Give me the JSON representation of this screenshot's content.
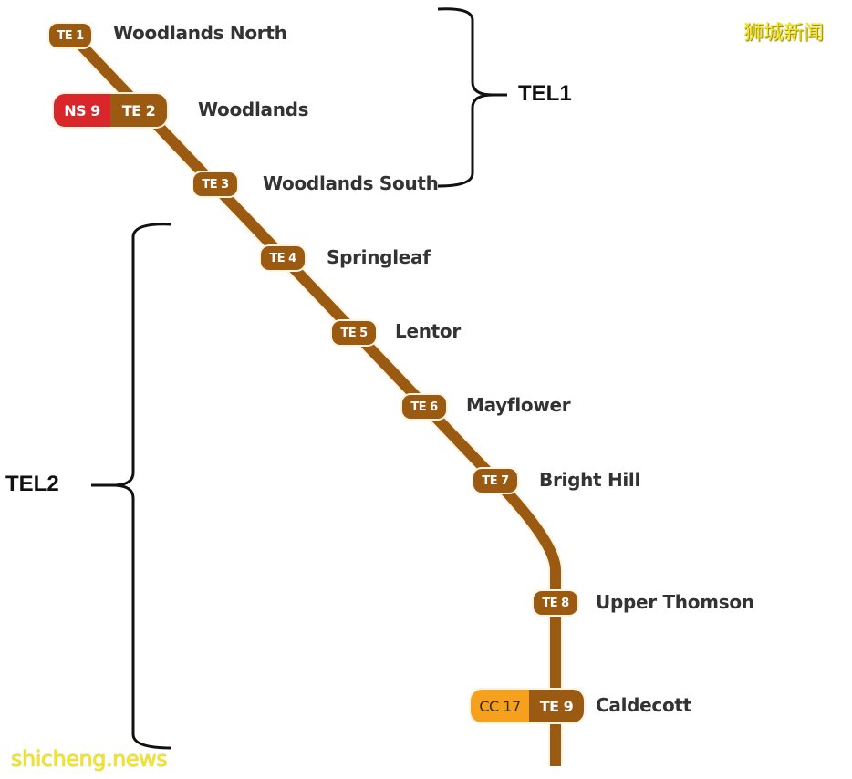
{
  "diagram": {
    "type": "metro-line-map",
    "line_color": "#9a5a12",
    "stations": [
      {
        "code": "TE 1",
        "name": "Woodlands North"
      },
      {
        "code": "TE 2",
        "interchange": "NS 9",
        "interchange_color": "#d8262b",
        "name": "Woodlands"
      },
      {
        "code": "TE 3",
        "name": "Woodlands South"
      },
      {
        "code": "TE 4",
        "name": "Springleaf"
      },
      {
        "code": "TE 5",
        "name": "Lentor"
      },
      {
        "code": "TE 6",
        "name": "Mayflower"
      },
      {
        "code": "TE 7",
        "name": "Bright Hill"
      },
      {
        "code": "TE 8",
        "name": "Upper Thomson"
      },
      {
        "code": "TE 9",
        "interchange": "CC 17",
        "interchange_color": "#f5a11e",
        "name": "Caldecott"
      }
    ],
    "groups": [
      {
        "label": "TEL1",
        "range": "TE 1 – TE 3"
      },
      {
        "label": "TEL2",
        "range": "TE 3 – TE 9"
      }
    ]
  },
  "watermarks": {
    "chinese": "狮城新闻",
    "english": "shicheng.news"
  }
}
